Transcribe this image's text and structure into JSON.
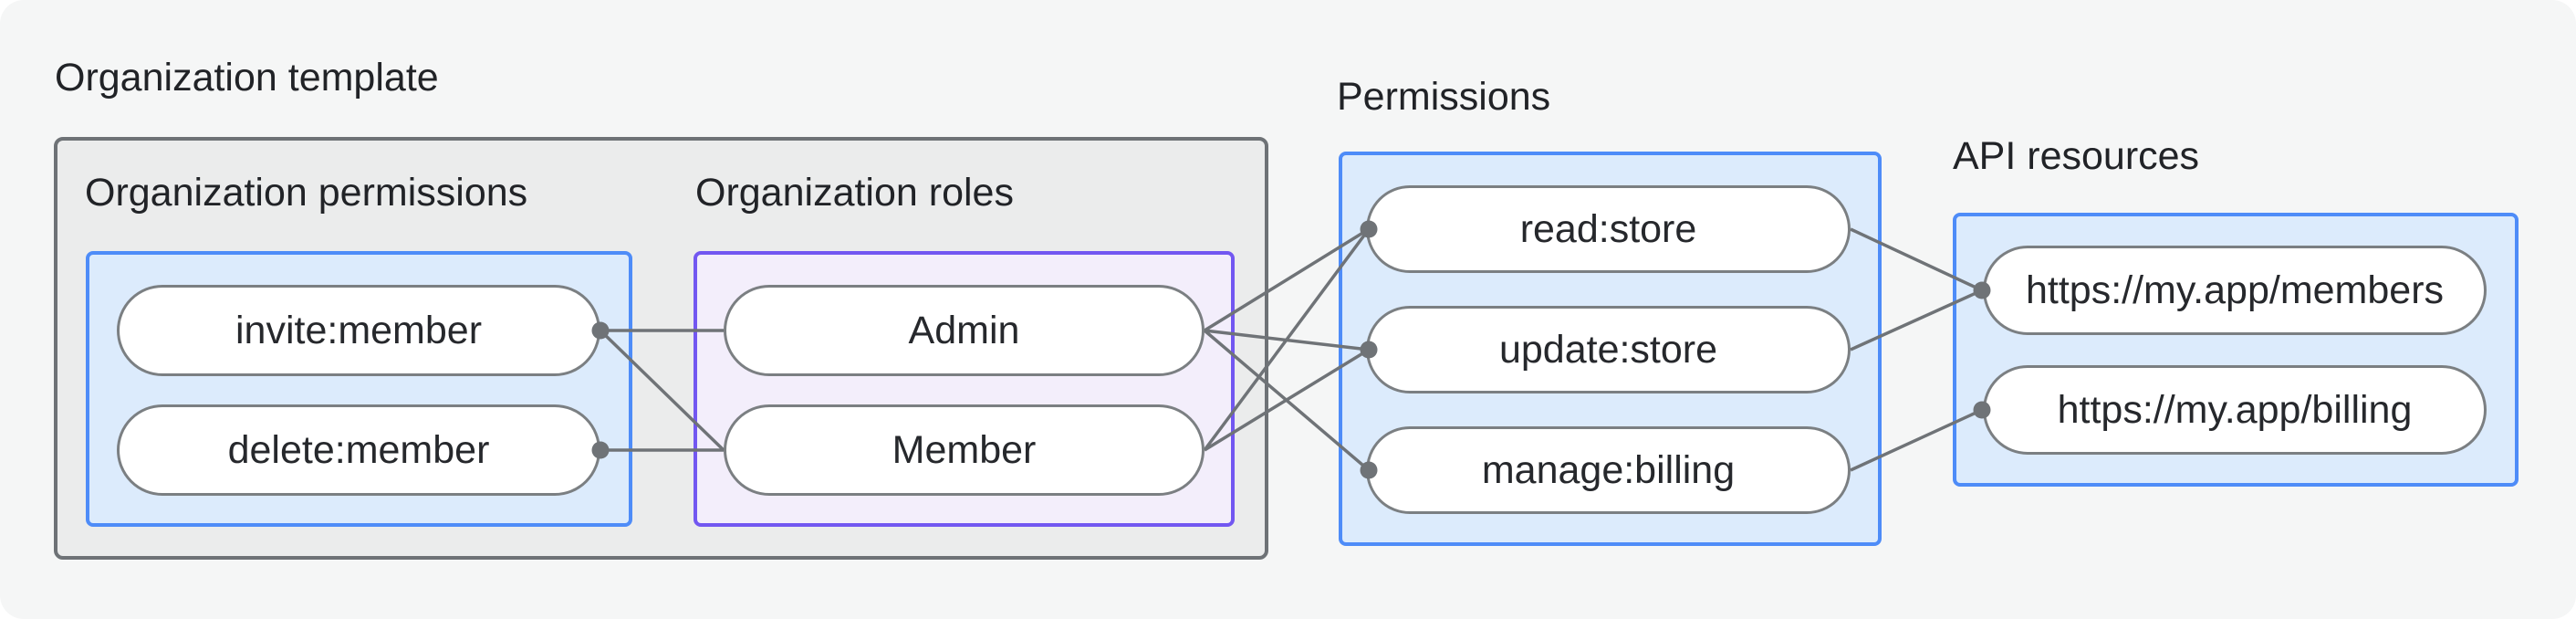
{
  "title": "Organization template",
  "groups": {
    "org_permissions": {
      "label": "Organization permissions",
      "items": [
        "invite:member",
        "delete:member"
      ],
      "fill": "#dcebfc",
      "border": "#4e8cf8"
    },
    "org_roles": {
      "label": "Organization roles",
      "items": [
        "Admin",
        "Member"
      ],
      "fill": "#f3eefb",
      "border": "#7257f1"
    },
    "permissions": {
      "label": "Permissions",
      "items": [
        "read:store",
        "update:store",
        "manage:billing"
      ],
      "fill": "#dcebfc",
      "border": "#4e8cf8"
    },
    "api_resources": {
      "label": "API resources",
      "items": [
        "https://my.app/members",
        "https://my.app/billing"
      ],
      "fill": "#dcebfc",
      "border": "#4e8cf8"
    }
  },
  "edges": [
    {
      "from": "invite:member",
      "to": "Admin"
    },
    {
      "from": "invite:member",
      "to": "Member"
    },
    {
      "from": "delete:member",
      "to": "Member"
    },
    {
      "from": "Admin",
      "to": "read:store"
    },
    {
      "from": "Admin",
      "to": "update:store"
    },
    {
      "from": "Admin",
      "to": "manage:billing"
    },
    {
      "from": "Member",
      "to": "read:store"
    },
    {
      "from": "Member",
      "to": "update:store"
    },
    {
      "from": "read:store",
      "to": "https://my.app/members"
    },
    {
      "from": "update:store",
      "to": "https://my.app/members"
    },
    {
      "from": "manage:billing",
      "to": "https://my.app/billing"
    }
  ],
  "colors": {
    "background": "#f5f6f6",
    "container_fill": "#ebecec",
    "container_border": "#6e7276",
    "blue_fill": "#dcebfc",
    "blue_border": "#4e8cf8",
    "purple_fill": "#f3eefb",
    "purple_border": "#7257f1",
    "pill_border": "#7b7f82",
    "connector": "#6f7377",
    "text": "#212327"
  }
}
